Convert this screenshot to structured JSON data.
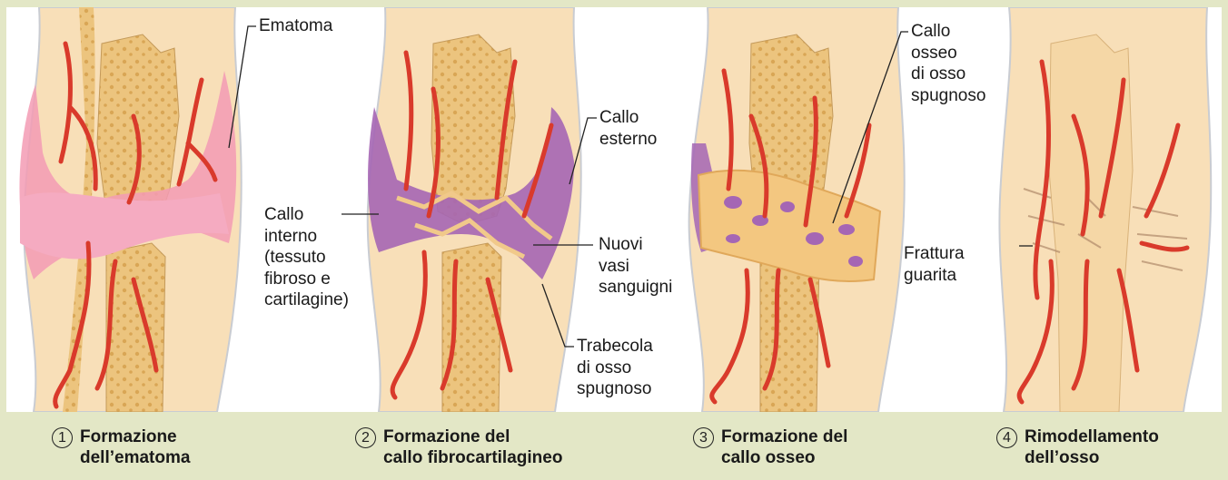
{
  "labels": {
    "ematoma": "Ematoma",
    "callo_interno": "Callo\ninterno\n(tessuto\nfibroso e\ncartilagine)",
    "callo_esterno": "Callo\nesterno",
    "nuovi_vasi": "Nuovi\nvasi\nsanguigni",
    "trabecola": "Trabecola\ndi osso\nspugnoso",
    "callo_osseo": "Callo\nosseo\ndi osso\nspugnoso",
    "frattura_guarita": "Frattura\nguarita"
  },
  "steps": [
    {
      "number": "1",
      "title": "Formazione\ndell’ematoma"
    },
    {
      "number": "2",
      "title": "Formazione del\ncallo fibrocartilagineo"
    },
    {
      "number": "3",
      "title": "Formazione del\ncallo osseo"
    },
    {
      "number": "4",
      "title": "Rimodellamento\ndell’osso"
    }
  ],
  "colors": {
    "background": "#e3e7c6",
    "bone_outer": "#f8dfb8",
    "spongy_bone": "#e9bf76",
    "hematoma": "#f39bb4",
    "callus_purple": "#a566b4",
    "blood_vessel": "#d93a2b"
  }
}
